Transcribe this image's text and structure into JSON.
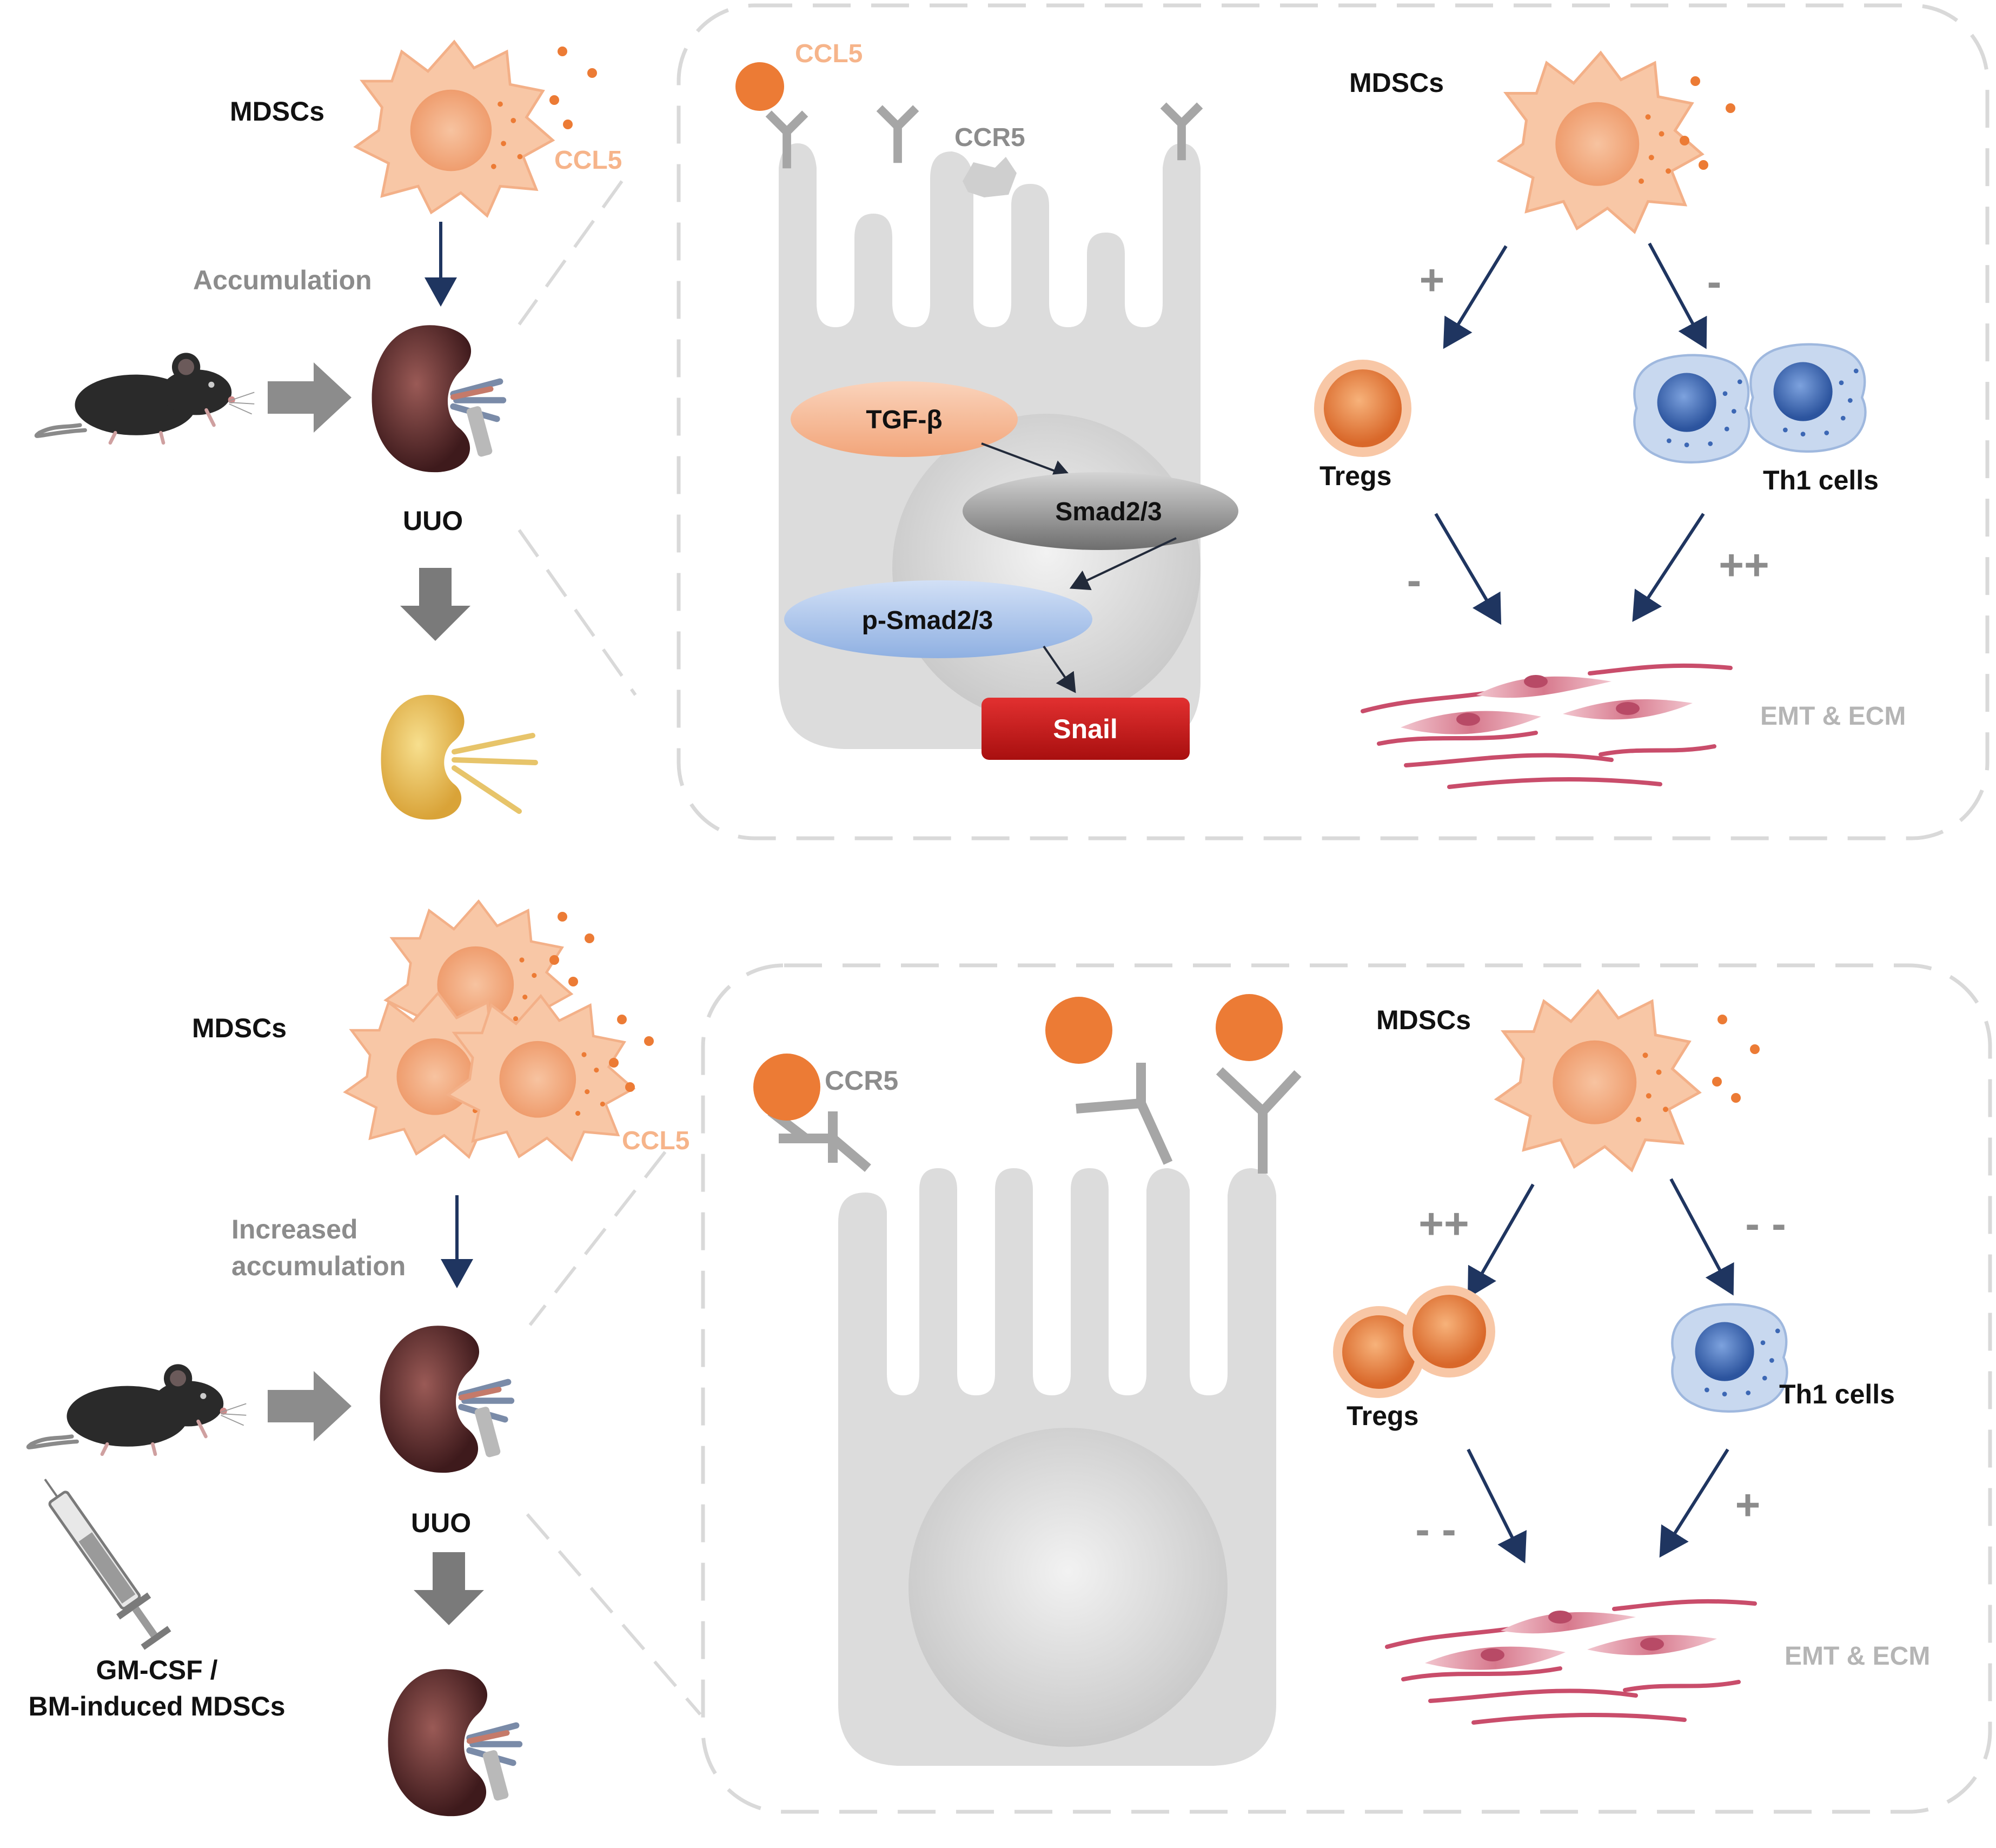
{
  "colors": {
    "dashed_border": "#d9d9d9",
    "mdsc_fill": "#f8c7a6",
    "mdsc_nucleus": "#f2a67a",
    "ccl5_dot": "#ec7b35",
    "ccl5_text": "#f6b48a",
    "gray_text": "#8c8c8c",
    "light_text": "#b5b5b5",
    "arrow_navy": "#1f3560",
    "cell_gray": "#dcdcdc",
    "receptor_gray": "#a6a6a6",
    "tgf_fill": "#f6bc98",
    "smad_fill": "#8f8f8f",
    "psmad_fill": "#a9c2ea",
    "snail_fill": "#c41717",
    "treg_fill": "#e8813e",
    "th1_fill": "#c8d8ef",
    "th1_nucleus": "#3c67b4",
    "fiber": "#c94d6b",
    "kidney_brown": "#5a2a2a",
    "kidney_yellow": "#e8b95a",
    "mouse": "#2a2a2a"
  },
  "top": {
    "mdscs_label": "MDSCs",
    "ccl5_label": "CCL5",
    "accumulation_label": "Accumulation",
    "uuo_label": "UUO",
    "panel": {
      "ccl5_label": "CCL5",
      "ccr5_label": "CCR5",
      "tgf_label": "TGF-β",
      "smad_label": "Smad2/3",
      "psmad_label": "p-Smad2/3",
      "snail_label": "Snail",
      "mdscs_label": "MDSCs",
      "plus_label": "+",
      "minus_label": "-",
      "tregs_label": "Tregs",
      "th1_label": "Th1 cells",
      "tregs_effect": "-",
      "th1_effect": "++",
      "emt_label": "EMT & ECM"
    }
  },
  "bottom": {
    "mdscs_label": "MDSCs",
    "ccl5_label": "CCL5",
    "accumulation_line1": "Increased",
    "accumulation_line2": "accumulation",
    "uuo_label": "UUO",
    "injection_line1": "GM-CSF /",
    "injection_line2": "BM-induced MDSCs",
    "panel": {
      "ccr5_label": "CCR5",
      "mdscs_label": "MDSCs",
      "plus_label": "++",
      "minus_label": "- -",
      "tregs_label": "Tregs",
      "th1_label": "Th1 cells",
      "tregs_effect": "- -",
      "th1_effect": "+",
      "emt_label": "EMT & ECM"
    }
  }
}
